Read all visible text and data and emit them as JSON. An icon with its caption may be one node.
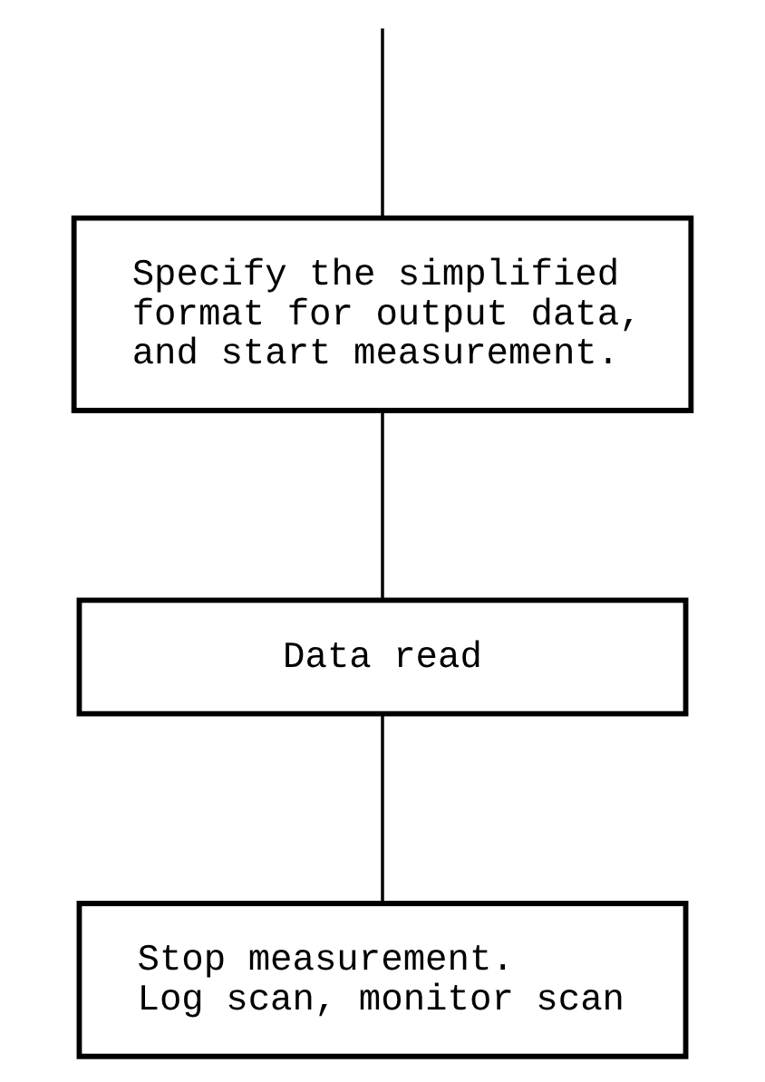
{
  "diagram": {
    "nodes": [
      {
        "text": [
          "Specify the simplified format for output data, and start measurement."
        ]
      },
      {
        "text": [
          "Data read"
        ]
      },
      {
        "text": [
          "Stop measurement. Log scan, monitor scan"
        ]
      }
    ],
    "edges": [
      {
        "from": null,
        "to": 0,
        "arrow": "none"
      },
      {
        "from": 0,
        "to": 1,
        "arrow": "none"
      },
      {
        "from": 1,
        "to": 2,
        "arrow": "none"
      }
    ]
  }
}
